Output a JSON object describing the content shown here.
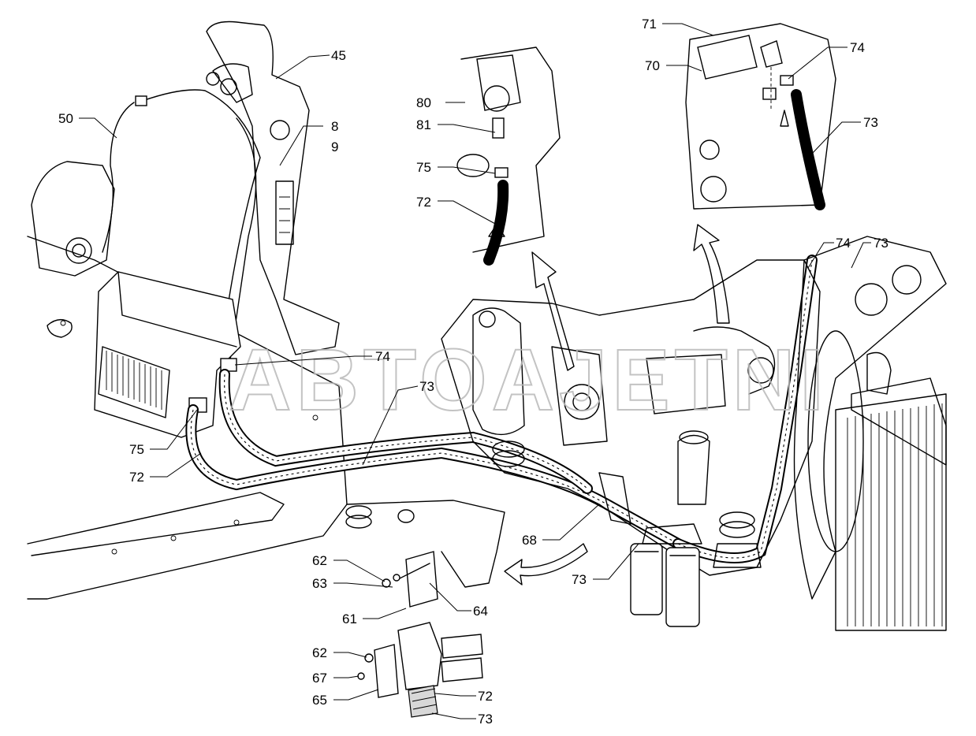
{
  "watermark": "ABTOAJETNI",
  "callouts": [
    {
      "id": "c45",
      "text": "45"
    },
    {
      "id": "c50",
      "text": "50"
    },
    {
      "id": "c8",
      "text": "8"
    },
    {
      "id": "c9",
      "text": "9"
    },
    {
      "id": "c80",
      "text": "80"
    },
    {
      "id": "c81",
      "text": "81"
    },
    {
      "id": "c75a",
      "text": "75"
    },
    {
      "id": "c72a",
      "text": "72"
    },
    {
      "id": "c71",
      "text": "71"
    },
    {
      "id": "c70",
      "text": "70"
    },
    {
      "id": "c74a",
      "text": "74"
    },
    {
      "id": "c73a",
      "text": "73"
    },
    {
      "id": "c74b",
      "text": "74"
    },
    {
      "id": "c73b",
      "text": "73"
    },
    {
      "id": "c74c",
      "text": "74"
    },
    {
      "id": "c73c",
      "text": "73"
    },
    {
      "id": "c75b",
      "text": "75"
    },
    {
      "id": "c72b",
      "text": "72"
    },
    {
      "id": "c68",
      "text": "68"
    },
    {
      "id": "c73d",
      "text": "73"
    },
    {
      "id": "c62a",
      "text": "62"
    },
    {
      "id": "c63",
      "text": "63"
    },
    {
      "id": "c64",
      "text": "64"
    },
    {
      "id": "c61",
      "text": "61"
    },
    {
      "id": "c62b",
      "text": "62"
    },
    {
      "id": "c67",
      "text": "67"
    },
    {
      "id": "c65",
      "text": "65"
    },
    {
      "id": "c72c",
      "text": "72"
    },
    {
      "id": "c73e",
      "text": "73"
    }
  ]
}
